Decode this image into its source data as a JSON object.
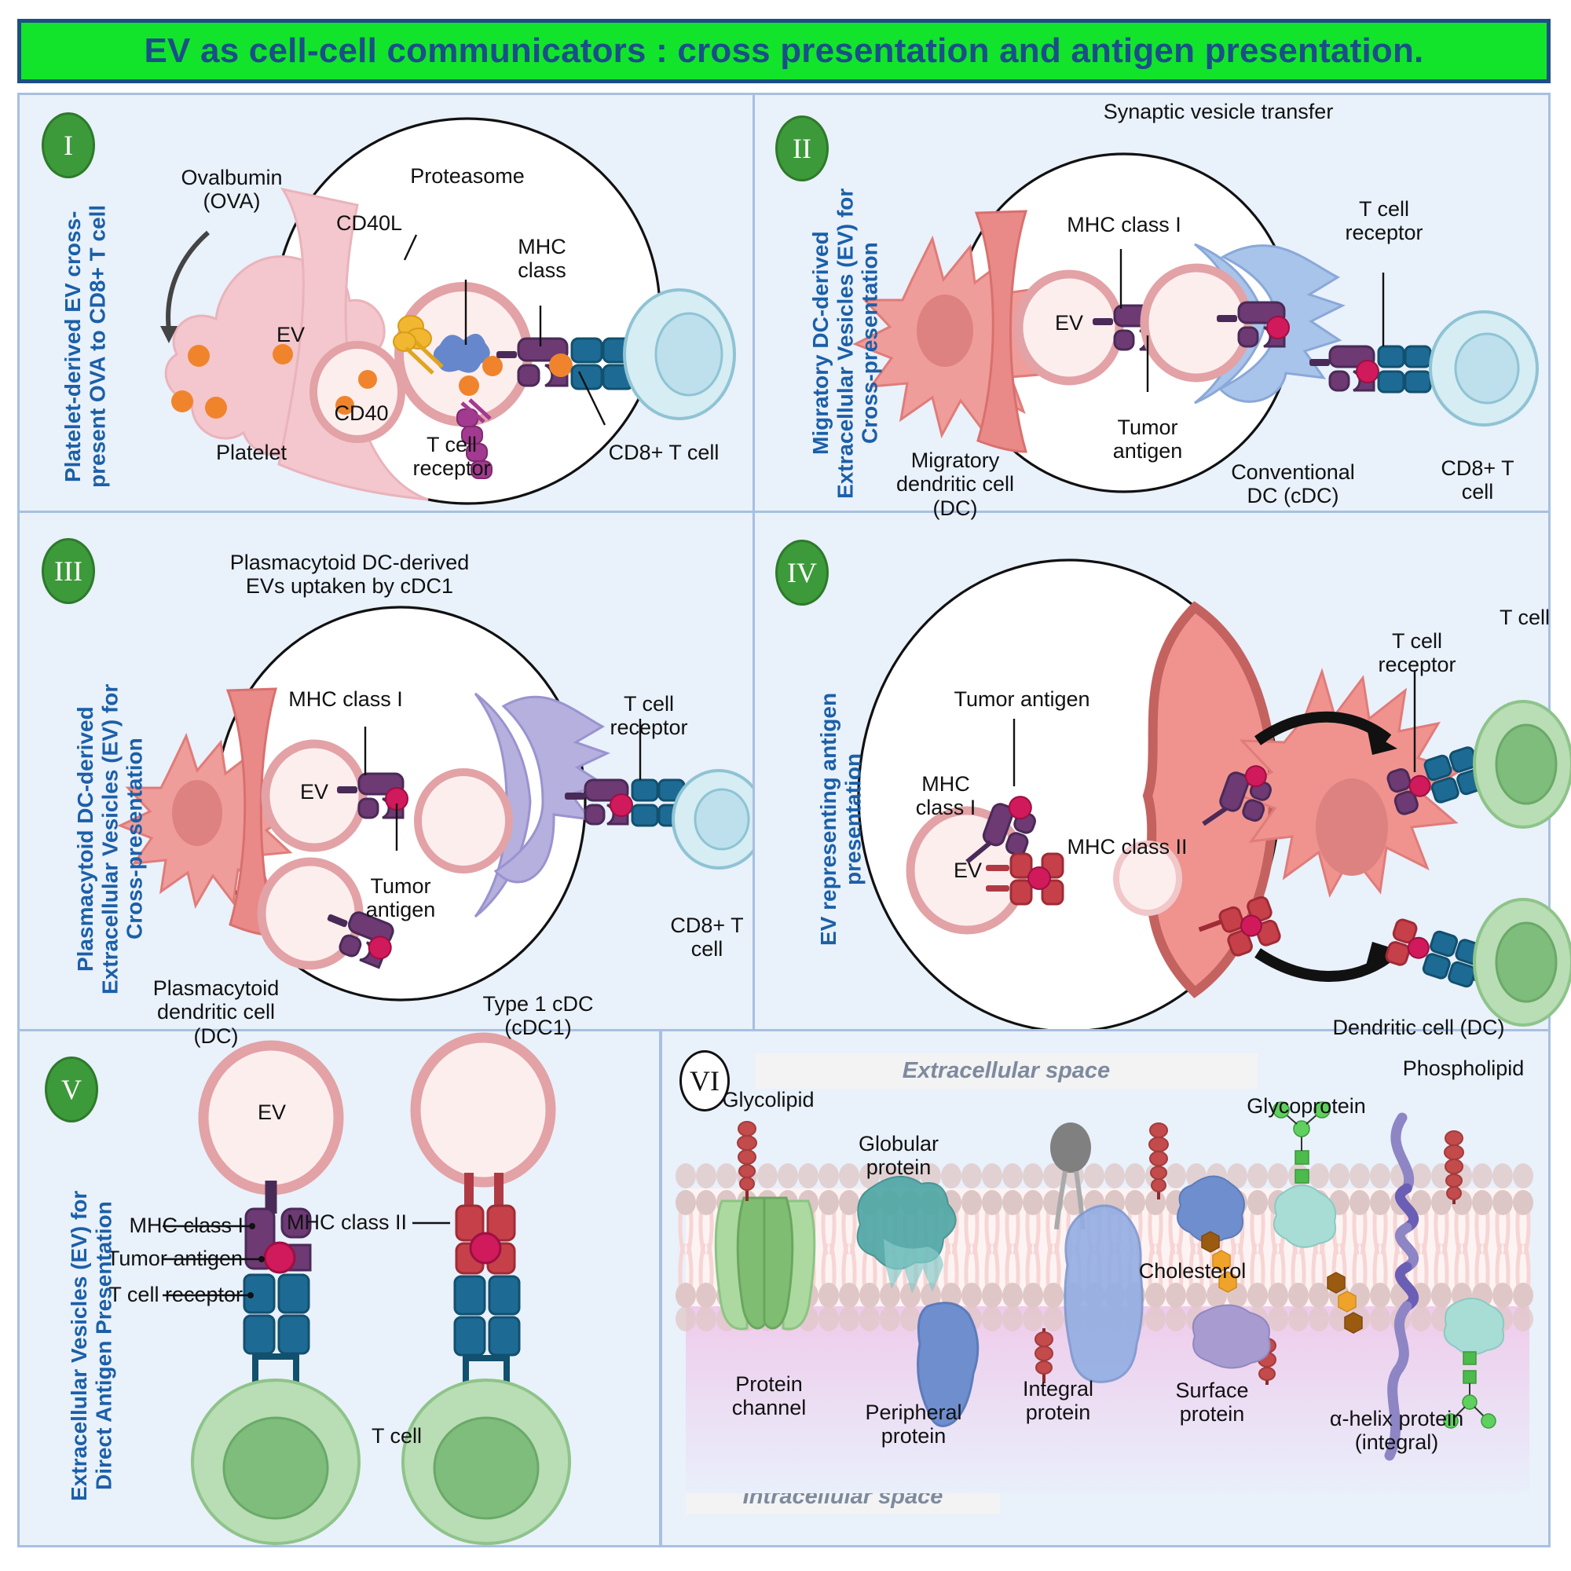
{
  "title": "EV as cell-cell communicators : cross presentation and antigen presentation.",
  "colors": {
    "title_bg": "#12e42b",
    "title_text": "#1b4f88",
    "panel_bg": "#e9f1fb",
    "panel_border": "#a8bfe0",
    "badge_green": "#3d9a3a",
    "vlabel_blue": "#1b5fa8",
    "mhc1_purple": "#6d3a74",
    "mhc2_red": "#c6404a",
    "tcr_blue": "#1d6b94",
    "tumor_antigen": "#d01a5b",
    "ev_pink": "#e9b2b4",
    "ova_orange": "#f0842c"
  },
  "panels": [
    {
      "numeral": "I",
      "side_label": "Platelet-derived EV cross-present OVA to CD8+ T cell",
      "labels": {
        "ovalbumin": "Ovalbumin\n(OVA)",
        "proteasome": "Proteasome",
        "cd40l": "CD40L",
        "mhc_class": "MHC\nclass",
        "ev": "EV",
        "cd40": "CD40",
        "tcr": "T cell\nreceptor",
        "platelet": "Platelet",
        "cd8t": "CD8+ T cell"
      }
    },
    {
      "numeral": "II",
      "side_label": "Migratory DC-derived Extracellular Vesicles (EV) for Cross-presentation",
      "labels": {
        "top": "Synaptic vesicle transfer",
        "mhc1": "MHC class I",
        "ev": "EV",
        "tumor_antigen": "Tumor\nantigen",
        "tcr": "T cell\nreceptor",
        "migratory_dc": "Migratory\ndendritic cell\n(DC)",
        "cdc": "Conventional\nDC (cDC)",
        "cd8t": "CD8+ T\ncell"
      }
    },
    {
      "numeral": "III",
      "side_label": "Plasmacytoid DC-derived Extracellular Vesicles (EV) for Cross-presentation",
      "labels": {
        "top": "Plasmacytoid DC-derived\nEVs uptaken by cDC1",
        "mhc1": "MHC class I",
        "ev": "EV",
        "tumor_antigen": "Tumor\nantigen",
        "tcr": "T cell\nreceptor",
        "pdc": "Plasmacytoid\ndendritic cell\n(DC)",
        "cdc1": "Type 1 cDC\n(cDC1)",
        "cd8t": "CD8+ T\ncell"
      }
    },
    {
      "numeral": "IV",
      "side_label": "EV representing antigen presentation",
      "labels": {
        "tumor_antigen": "Tumor antigen",
        "mhc1": "MHC\nclass I",
        "mhc2": "MHC class II",
        "ev": "EV",
        "tcr": "T cell\nreceptor",
        "tcell": "T cell",
        "dc": "Dendritic cell (DC)"
      }
    },
    {
      "numeral": "V",
      "side_label": "Extracellular Vesicles (EV) for Direct Antigen Presentation",
      "labels": {
        "ev": "EV",
        "mhc1": "MHC class I",
        "mhc2": "MHC class II",
        "tumor_antigen": "Tumor antigen",
        "tcr": "T cell receptor",
        "tcell": "T cell"
      }
    },
    {
      "numeral": "VI",
      "labels": {
        "extracellular": "Extracellular space",
        "intracellular": "Intracellular space",
        "glycolipid": "Glycolipid",
        "globular_protein": "Globular\nprotein",
        "glycoprotein": "Glycoprotein",
        "phospholipid": "Phospholipid",
        "cholesterol": "Cholesterol",
        "protein_channel": "Protein\nchannel",
        "peripheral_protein": "Peripheral\nprotein",
        "integral_protein": "Integral\nprotein",
        "surface_protein": "Surface\nprotein",
        "alpha_helix": "α-helix protein\n(integral)"
      }
    }
  ]
}
